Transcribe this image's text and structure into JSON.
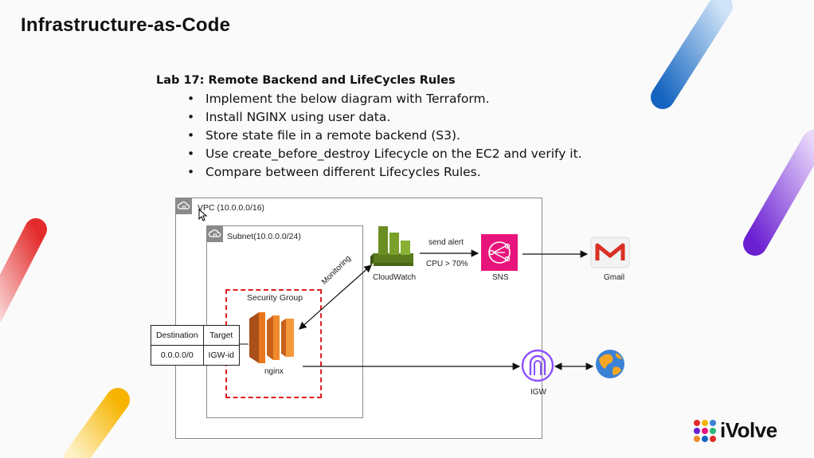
{
  "slide": {
    "title": "Infrastructure-as-Code"
  },
  "lab": {
    "title": "Lab 17: Remote Backend and LifeCycles Rules",
    "bullets": [
      "Implement the below diagram with Terraform.",
      "Install NGINX using user data.",
      "Store state file in a remote backend (S3).",
      "Use create_before_destroy Lifecycle on the EC2 and verify it.",
      "Compare between different Lifecycles Rules."
    ]
  },
  "diagram": {
    "vpc_label": "VPC (10.0.0.0/16)",
    "subnet_label": "Subnet(10.0.0.0/24)",
    "sg_label": "Security Group",
    "ec2_label": "nginx",
    "cloudwatch_label": "CloudWatch",
    "sns_label": "SNS",
    "gmail_label": "Gmail",
    "igw_label": "IGW",
    "edge_send_alert": "send alert",
    "edge_cpu": "CPU > 70%",
    "edge_monitoring": "Monitoring",
    "route_table": {
      "headers": [
        "Destination",
        "Target"
      ],
      "row": [
        "0.0.0.0/0",
        "IGW-id"
      ]
    }
  },
  "logo": {
    "text": "iVolve"
  },
  "colors": {
    "ec2": "#E8761B",
    "cloudwatch": "#6B8E23",
    "sns": "#E7157B",
    "igw": "#8C4FFF",
    "security_group": "#E02020"
  }
}
